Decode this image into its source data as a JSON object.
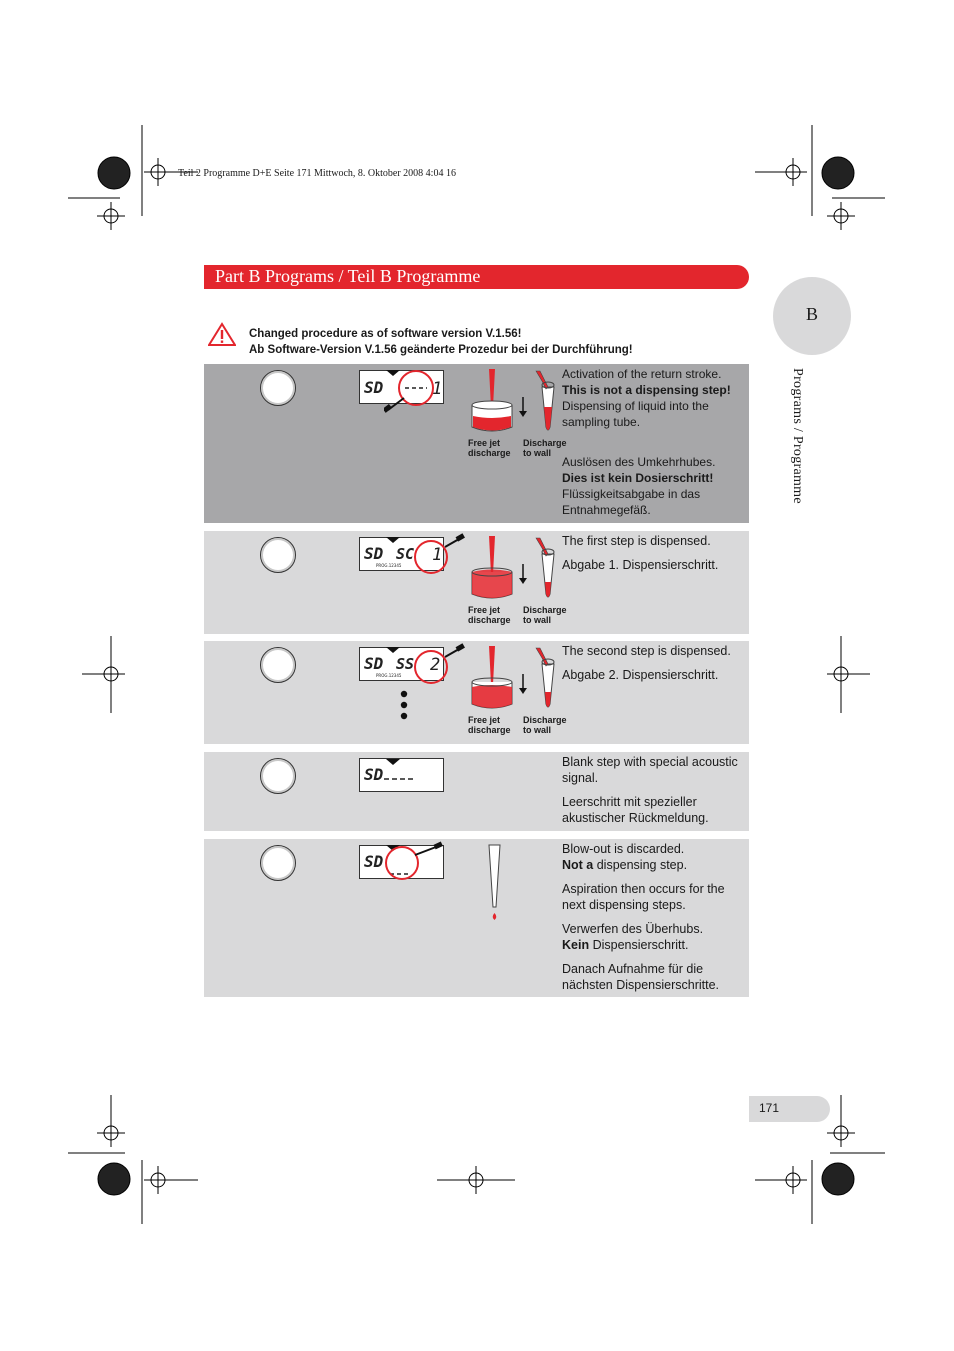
{
  "header_note": "Teil 2 Programme D+E  Seite 171  Mittwoch, 8. Oktober 2008  4:04 16",
  "banner": "Part B  Programs / Teil B  Programme",
  "tab_letter": "B",
  "side_title": "Programs / Programme",
  "warning": {
    "line1": "Changed procedure as of software version V.1.56!",
    "line2": "Ab Software-Version V.1.56 geänderte Prozedur bei der Durchführung!"
  },
  "captions": {
    "free_jet_1": "Free jet",
    "free_jet_2": "discharge",
    "wall_1": "Discharge",
    "wall_2": "to wall"
  },
  "lcd": {
    "sd": "SD",
    "prog": "PROG.12345",
    "row1_right": "1",
    "row2_mid": "SC",
    "row2_right": "1",
    "row3_mid": "SS",
    "row3_right": "2"
  },
  "rows": [
    {
      "p1": "Activation of the return stroke.",
      "p1b": "This is not a dispensing step!",
      "p1c": "Dispensing of liquid into the sampling tube.",
      "p2": "Auslösen des Umkehrhubes.",
      "p2b": "Dies ist kein Dosierschritt!",
      "p2c": "Flüssigkeitsabgabe in das Entnahmegefäß."
    },
    {
      "p1": "The first step is dispensed.",
      "p2": "Abgabe 1. Dispensierschritt."
    },
    {
      "p1": "The second step is dispensed.",
      "p2": "Abgabe 2. Dispensierschritt."
    },
    {
      "p1": "Blank step with special acoustic signal.",
      "p2": "Leerschritt mit spezieller akustischer Rückmeldung."
    },
    {
      "p1": "Blow-out is discarded.",
      "p1b": "Not a",
      "p1c": " dispensing step.",
      "p2": "Aspiration then occurs for the next dispensing steps.",
      "p3": "Verwerfen des Überhubs.",
      "p3b": "Kein",
      "p3c": " Dispensierschritt.",
      "p4": "Danach Aufnahme für die nächsten Dispensierschritte."
    }
  ],
  "page_number": "171",
  "colors": {
    "accent": "#e3262d",
    "row_dark": "#a7a7a9",
    "row_light": "#d9d9da"
  }
}
